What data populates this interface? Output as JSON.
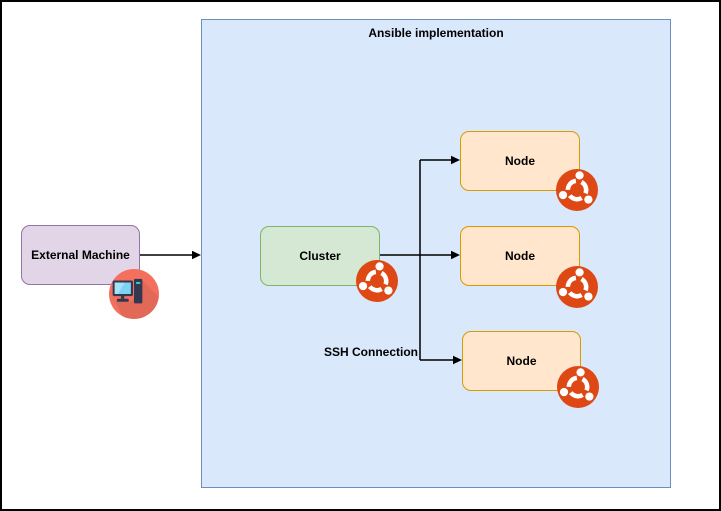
{
  "diagram": {
    "title": "Ansible implementation",
    "external_machine": {
      "label": "External Machine",
      "icon": "computer-icon"
    },
    "cluster": {
      "label": "Cluster",
      "icon": "ubuntu-logo-icon"
    },
    "nodes": [
      {
        "label": "Node",
        "icon": "ubuntu-logo-icon"
      },
      {
        "label": "Node",
        "icon": "ubuntu-logo-icon"
      },
      {
        "label": "Node",
        "icon": "ubuntu-logo-icon"
      }
    ],
    "connection_label": "SSH Connection",
    "colors": {
      "page_background": "#ffffff",
      "page_border": "#000000",
      "container_fill": "#dae8fc",
      "container_stroke": "#6c8ebf",
      "external_fill": "#e1d5e7",
      "external_stroke": "#9673a6",
      "cluster_fill": "#d5e8d4",
      "cluster_stroke": "#82b366",
      "node_fill": "#ffe6cc",
      "node_stroke": "#d79b00",
      "ubuntu_orange": "#dd4814",
      "computer_circle": "#f4705e",
      "computer_dark": "#323850",
      "computer_screen": "#7ed3f2",
      "arrow_color": "#000000",
      "label_color": "#000000"
    }
  }
}
